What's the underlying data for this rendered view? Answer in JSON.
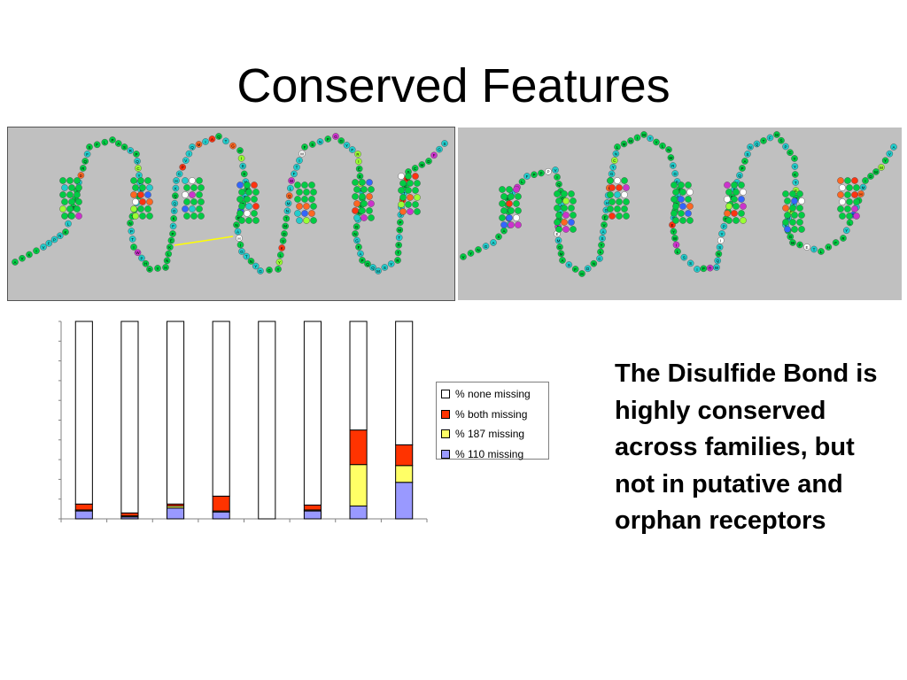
{
  "slide": {
    "title": "Conserved Features",
    "caption": "The Disulfide Bond is highly conserved across families, but not in putative and orphan receptors"
  },
  "snake_diagrams": [
    {
      "name": "snake-plot-left",
      "background": "#c0c0c0",
      "bond_color": "#ffff00"
    },
    {
      "name": "snake-plot-right",
      "background": "#c0c0c0"
    }
  ],
  "residue_colors": [
    "#00cc44",
    "#22cccc",
    "#ff3311",
    "#cc33cc",
    "#3366ff",
    "#ff6622",
    "#ffffff",
    "#99ff33"
  ],
  "chart_data": {
    "type": "bar",
    "stacked": true,
    "categories": [
      "",
      "",
      "",
      "",
      "",
      "",
      "",
      ""
    ],
    "series": [
      {
        "name": "% 110 missing",
        "color": "#9999ff",
        "values": [
          4,
          1,
          5.5,
          3.5,
          0,
          4,
          6.5,
          18.5
        ]
      },
      {
        "name": "% 187 missing",
        "color": "#ffff66",
        "values": [
          0.5,
          0.5,
          1,
          0.5,
          0,
          0.5,
          21,
          8.5
        ]
      },
      {
        "name": "% both missing",
        "color": "#ff3300",
        "values": [
          3,
          1.5,
          1,
          7.5,
          0,
          2.5,
          17.5,
          10.5
        ]
      },
      {
        "name": "% none missing",
        "color": "#ffffff",
        "values": [
          92.5,
          97,
          92.5,
          88.5,
          100,
          93,
          55,
          62.5
        ]
      }
    ],
    "legend_order": [
      "% none missing",
      "% both missing",
      "% 187 missing",
      "% 110 missing"
    ],
    "ylim": [
      0,
      100
    ],
    "yticks_count": 11,
    "title": "",
    "xlabel": "",
    "ylabel": "",
    "legend_position": "right",
    "grid": false
  }
}
